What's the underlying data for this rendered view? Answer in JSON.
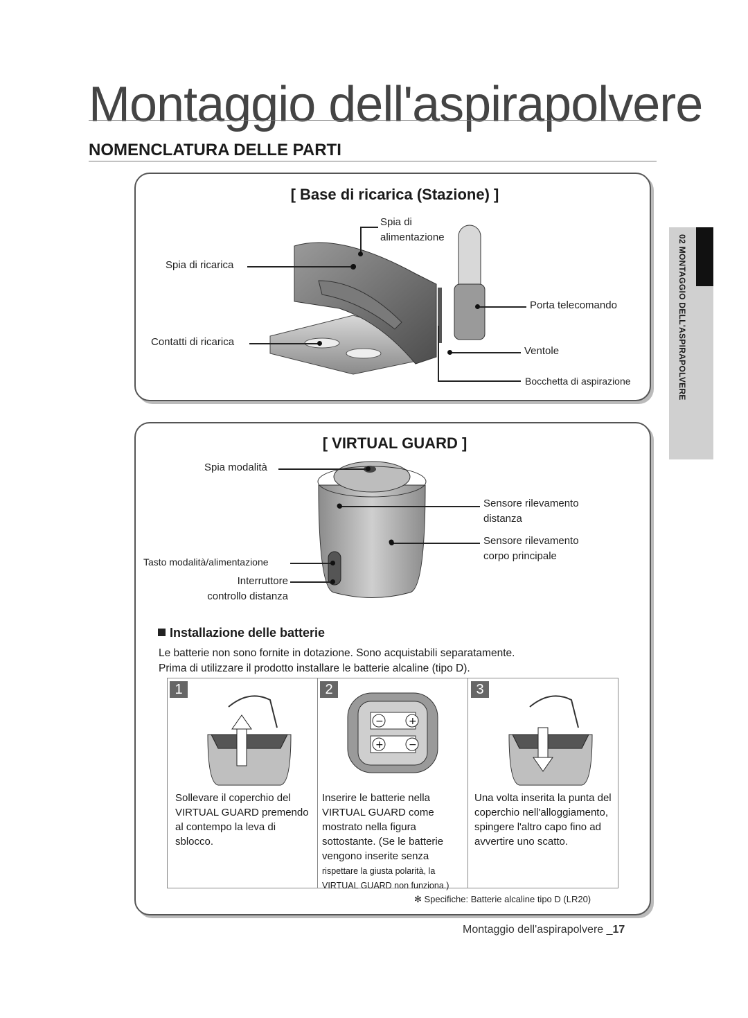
{
  "page_title": "Montaggio dell'aspirapolvere",
  "section_title": "NOMENCLATURA DELLE PARTI",
  "side_tab": "02  MONTAGGIO DELL'ASPIRAPOLVERE",
  "station": {
    "title": "[ Base di ricarica (Stazione) ]",
    "labels": {
      "power_led": "Spia di\nalimentazione",
      "charge_led": "Spia di ricarica",
      "contacts": "Contatti di ricarica",
      "remote_holder": "Porta telecomando",
      "fans": "Ventole",
      "suction": "Bocchetta di aspirazione"
    }
  },
  "virtual_guard": {
    "title": "[ VIRTUAL GUARD ]",
    "labels": {
      "mode_led": "Spia modalità",
      "distance_sensor": "Sensore rilevamento\ndistanza",
      "body_sensor": "Sensore rilevamento\ncorpo principale",
      "mode_button": "Tasto modalità/alimentazione",
      "distance_switch": "Interruttore\ncontrollo distanza"
    }
  },
  "batteries": {
    "title": "Installazione delle batterie",
    "line1": "Le batterie non sono fornite in dotazione. Sono acquistabili separatamente.",
    "line2": "Prima di utilizzare il prodotto installare le batterie alcaline (tipo D).",
    "steps": [
      {
        "num": "1",
        "text": "Sollevare il coperchio del VIRTUAL GUARD premendo al contempo la leva di sblocco."
      },
      {
        "num": "2",
        "text": "Inserire le batterie nella VIRTUAL GUARD come mostrato nella figura sottostante. (Se le batterie vengono inserite senza",
        "small": "rispettare la giusta polarità, la VIRTUAL GUARD non funziona.)"
      },
      {
        "num": "3",
        "text": "Una volta inserita la punta del coperchio nell'alloggiamento, spingere l'altro capo fino ad avvertire uno scatto."
      }
    ],
    "note": "✻ Specifiche: Batterie alcaline tipo D (LR20)"
  },
  "footer": {
    "text": "Montaggio dell'aspirapolvere _",
    "page": "17"
  }
}
